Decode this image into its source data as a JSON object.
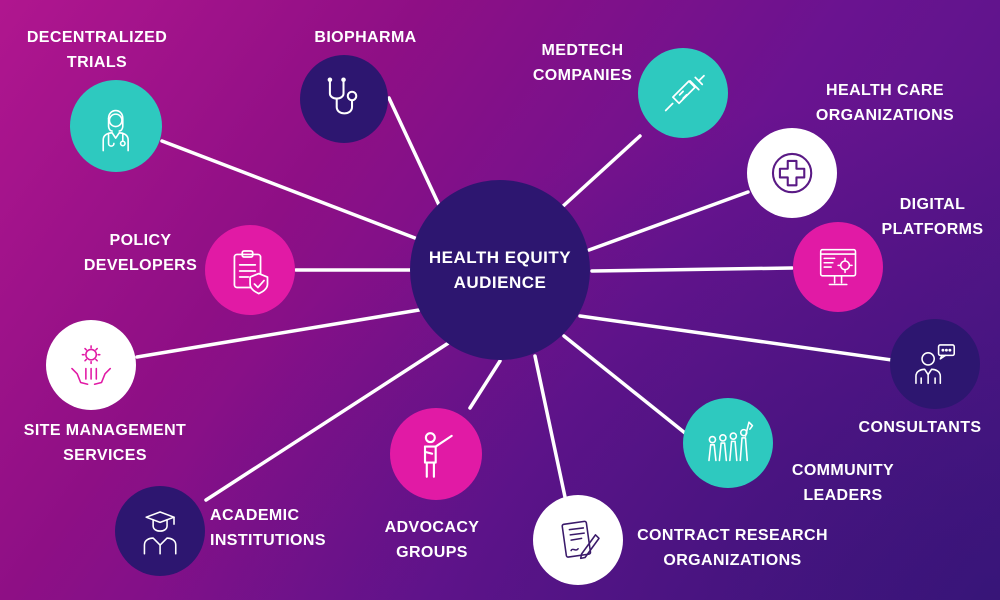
{
  "colors": {
    "background_start": "#b0168f",
    "background_end": "#4a1685",
    "hub": "#2d1670",
    "teal": "#2ec9bf",
    "magenta": "#e11aa5",
    "navy": "#2d1670",
    "white": "#ffffff",
    "connector": "#ffffff"
  },
  "hub": {
    "line1": "HEALTH EQUITY",
    "line2": "AUDIENCE"
  },
  "audiences": {
    "decentralized_trials": {
      "line1": "DECENTRALIZED",
      "line2": "TRIALS",
      "icon": "female-doctor-icon"
    },
    "biopharma": {
      "line1": "BIOPHARMA",
      "icon": "stethoscope-icon"
    },
    "medtech": {
      "line1": "MEDTECH",
      "line2": "COMPANIES",
      "icon": "syringe-icon"
    },
    "health_care_orgs": {
      "line1": "HEALTH CARE",
      "line2": "ORGANIZATIONS",
      "icon": "medical-cross-icon"
    },
    "digital_platforms": {
      "line1": "DIGITAL",
      "line2": "PLATFORMS",
      "icon": "monitor-gear-icon"
    },
    "policy_developers": {
      "line1": "POLICY",
      "line2": "DEVELOPERS",
      "icon": "clipboard-shield-icon"
    },
    "site_management": {
      "line1": "SITE MANAGEMENT",
      "line2": "SERVICES",
      "icon": "hands-gear-icon"
    },
    "consultants": {
      "line1": "CONSULTANTS",
      "icon": "consultant-chat-icon"
    },
    "community_leaders": {
      "line1": "COMMUNITY",
      "line2": "LEADERS",
      "icon": "group-flag-icon"
    },
    "academic_institutions": {
      "line1": "ACADEMIC",
      "line2": "INSTITUTIONS",
      "icon": "graduate-icon"
    },
    "advocacy_groups": {
      "line1": "ADVOCACY",
      "line2": "GROUPS",
      "icon": "speaker-person-icon"
    },
    "contract_research": {
      "line1": "CONTRACT RESEARCH",
      "line2": "ORGANIZATIONS",
      "icon": "document-pen-icon"
    }
  }
}
